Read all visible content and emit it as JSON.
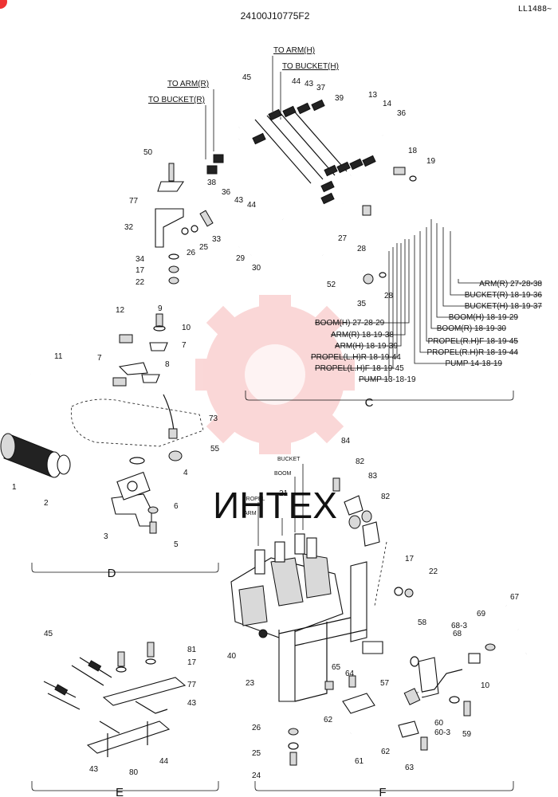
{
  "header": {
    "code": "24100J10775F2",
    "sheet_ref": "LL1488~"
  },
  "watermark": {
    "text": "ИНТЕХ",
    "color": "#f4a8a8"
  },
  "sections": {
    "c": {
      "letter": "C",
      "to_labels": [
        "TO ARM(H)",
        "TO BUCKET(H)",
        "TO ARM(R)",
        "TO BUCKET(R)"
      ],
      "legend": [
        "ARM(R) 27-28-38",
        "BUCKET(R) 18-19-36",
        "BUCKET(H) 18-19-37",
        "BOOM(H) 18-19-29",
        "BOOM(R) 18-19-30",
        "PROPEL(R.H)F 18-19-45",
        "PROPEL(R.H)R 18-19-44",
        "PUMP 14-18-19",
        "BOOM(H) 27-28-29",
        "ARM(R) 18-19-38",
        "ARM(H) 18-19-39",
        "PROPEL(L.H)R 18-19-44",
        "PROPEL(L.H)F 18-19-45",
        "PUMP 13-18-19"
      ],
      "callouts": [
        "45",
        "44",
        "43",
        "37",
        "39",
        "13",
        "14",
        "36",
        "18",
        "19",
        "50",
        "77",
        "38",
        "36",
        "43",
        "44",
        "32",
        "33",
        "25",
        "26",
        "34",
        "17",
        "22",
        "29",
        "30",
        "27",
        "28",
        "52",
        "35",
        "28"
      ]
    },
    "d": {
      "letter": "D",
      "callouts": [
        "12",
        "9",
        "10",
        "7",
        "11",
        "7",
        "8",
        "73",
        "55",
        "4",
        "1",
        "2",
        "3",
        "6",
        "5"
      ]
    },
    "e": {
      "letter": "E",
      "callouts": [
        "45",
        "81",
        "17",
        "77",
        "43",
        "43",
        "80",
        "44"
      ]
    },
    "f": {
      "letter": "F",
      "valve_labels": [
        "BUCKET",
        "BOOM",
        "PROPEL",
        "ARM"
      ],
      "callouts": [
        "84",
        "82",
        "83",
        "82",
        "21",
        "17",
        "22",
        "67",
        "58",
        "68-3",
        "68",
        "69",
        "40",
        "23",
        "65",
        "64",
        "57",
        "10",
        "62",
        "60",
        "60-3",
        "59",
        "26",
        "25",
        "24",
        "61",
        "62",
        "63"
      ]
    }
  }
}
